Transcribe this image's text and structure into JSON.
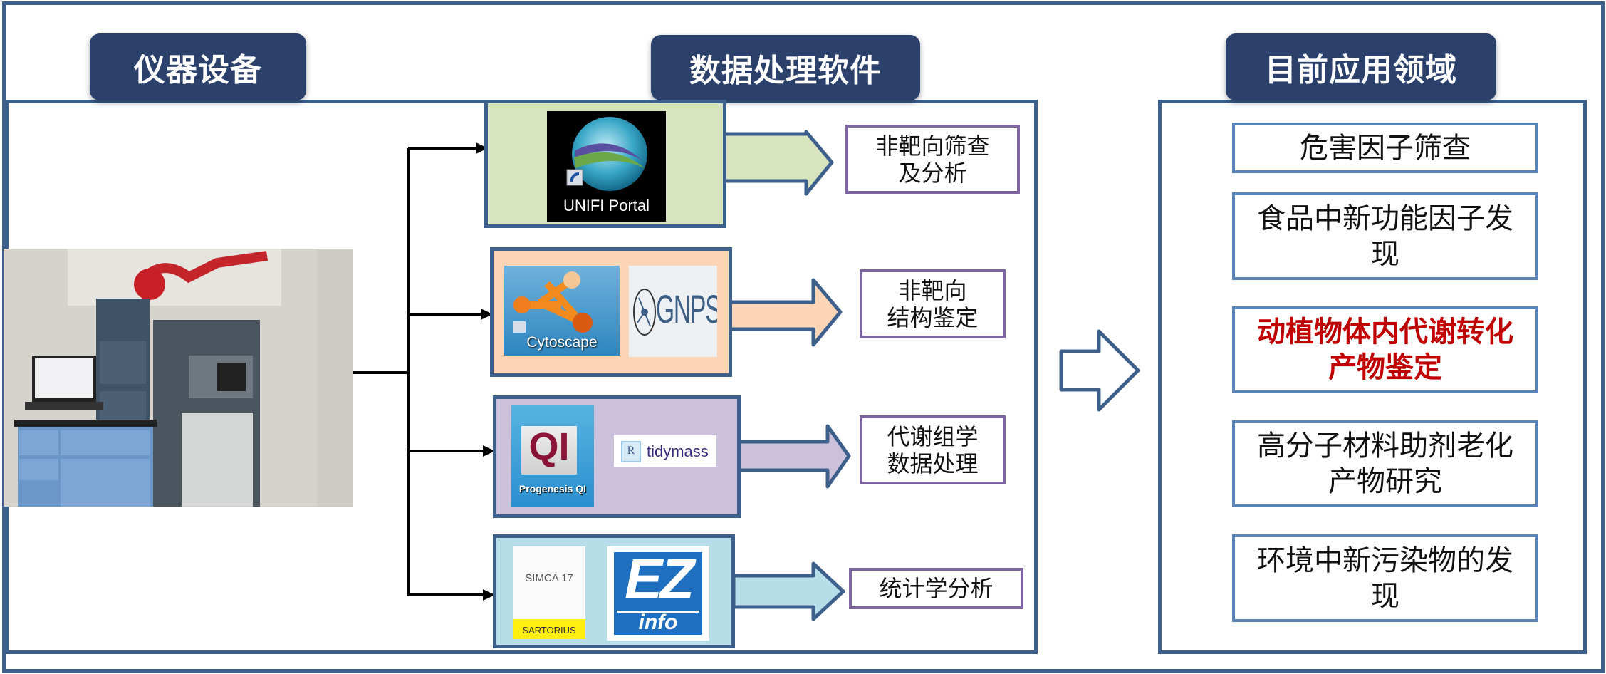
{
  "headers": {
    "instruments": "仪器设备",
    "software": "数据处理软件",
    "applications": "目前应用领域"
  },
  "instrument_photo": {
    "description": "LC-MS instrument setup with laptop workstation and lab cabinets",
    "icon": "instrument-photo"
  },
  "software_groups": [
    {
      "fill": "#d7e4bd",
      "logos": [
        {
          "name": "UNIFI Portal",
          "label": "UNIFI Portal"
        }
      ],
      "result": "非靶向筛查\n及分析"
    },
    {
      "fill": "#fbd5b5",
      "logos": [
        {
          "name": "Cytoscape",
          "label": "Cytoscape"
        },
        {
          "name": "GNPS",
          "label": "GNPS"
        }
      ],
      "result": "非靶向\n结构鉴定"
    },
    {
      "fill": "#ccc1da",
      "logos": [
        {
          "name": "Progenesis QI",
          "label": "Progenesis QI",
          "glyph": "QI"
        },
        {
          "name": "tidymass",
          "label": "tidymass",
          "glyph": "R"
        }
      ],
      "result": "代谢组学\n数据处理"
    },
    {
      "fill": "#b7dde8",
      "logos": [
        {
          "name": "SIMCA 17",
          "label": "SIMCA 17",
          "brand": "SARTORIUS"
        },
        {
          "name": "EZinfo",
          "label": "EZ",
          "sub": "info"
        }
      ],
      "result": "统计学分析"
    }
  ],
  "applications": [
    {
      "label": "危害因子筛查",
      "highlight": false
    },
    {
      "label": "食品中新功能因子发\n现",
      "highlight": false
    },
    {
      "label": "动植物体内代谢转化\n产物鉴定",
      "highlight": true
    },
    {
      "label": "高分子材料助剂老化\n产物研究",
      "highlight": false
    },
    {
      "label": "环境中新污染物的发\n现",
      "highlight": false
    }
  ],
  "colors": {
    "frame": "#3c5f8c",
    "header_bg": "#2b416c",
    "result_border": "#7e66a0",
    "app_border": "#5a84b8",
    "highlight_text": "#c00000"
  }
}
